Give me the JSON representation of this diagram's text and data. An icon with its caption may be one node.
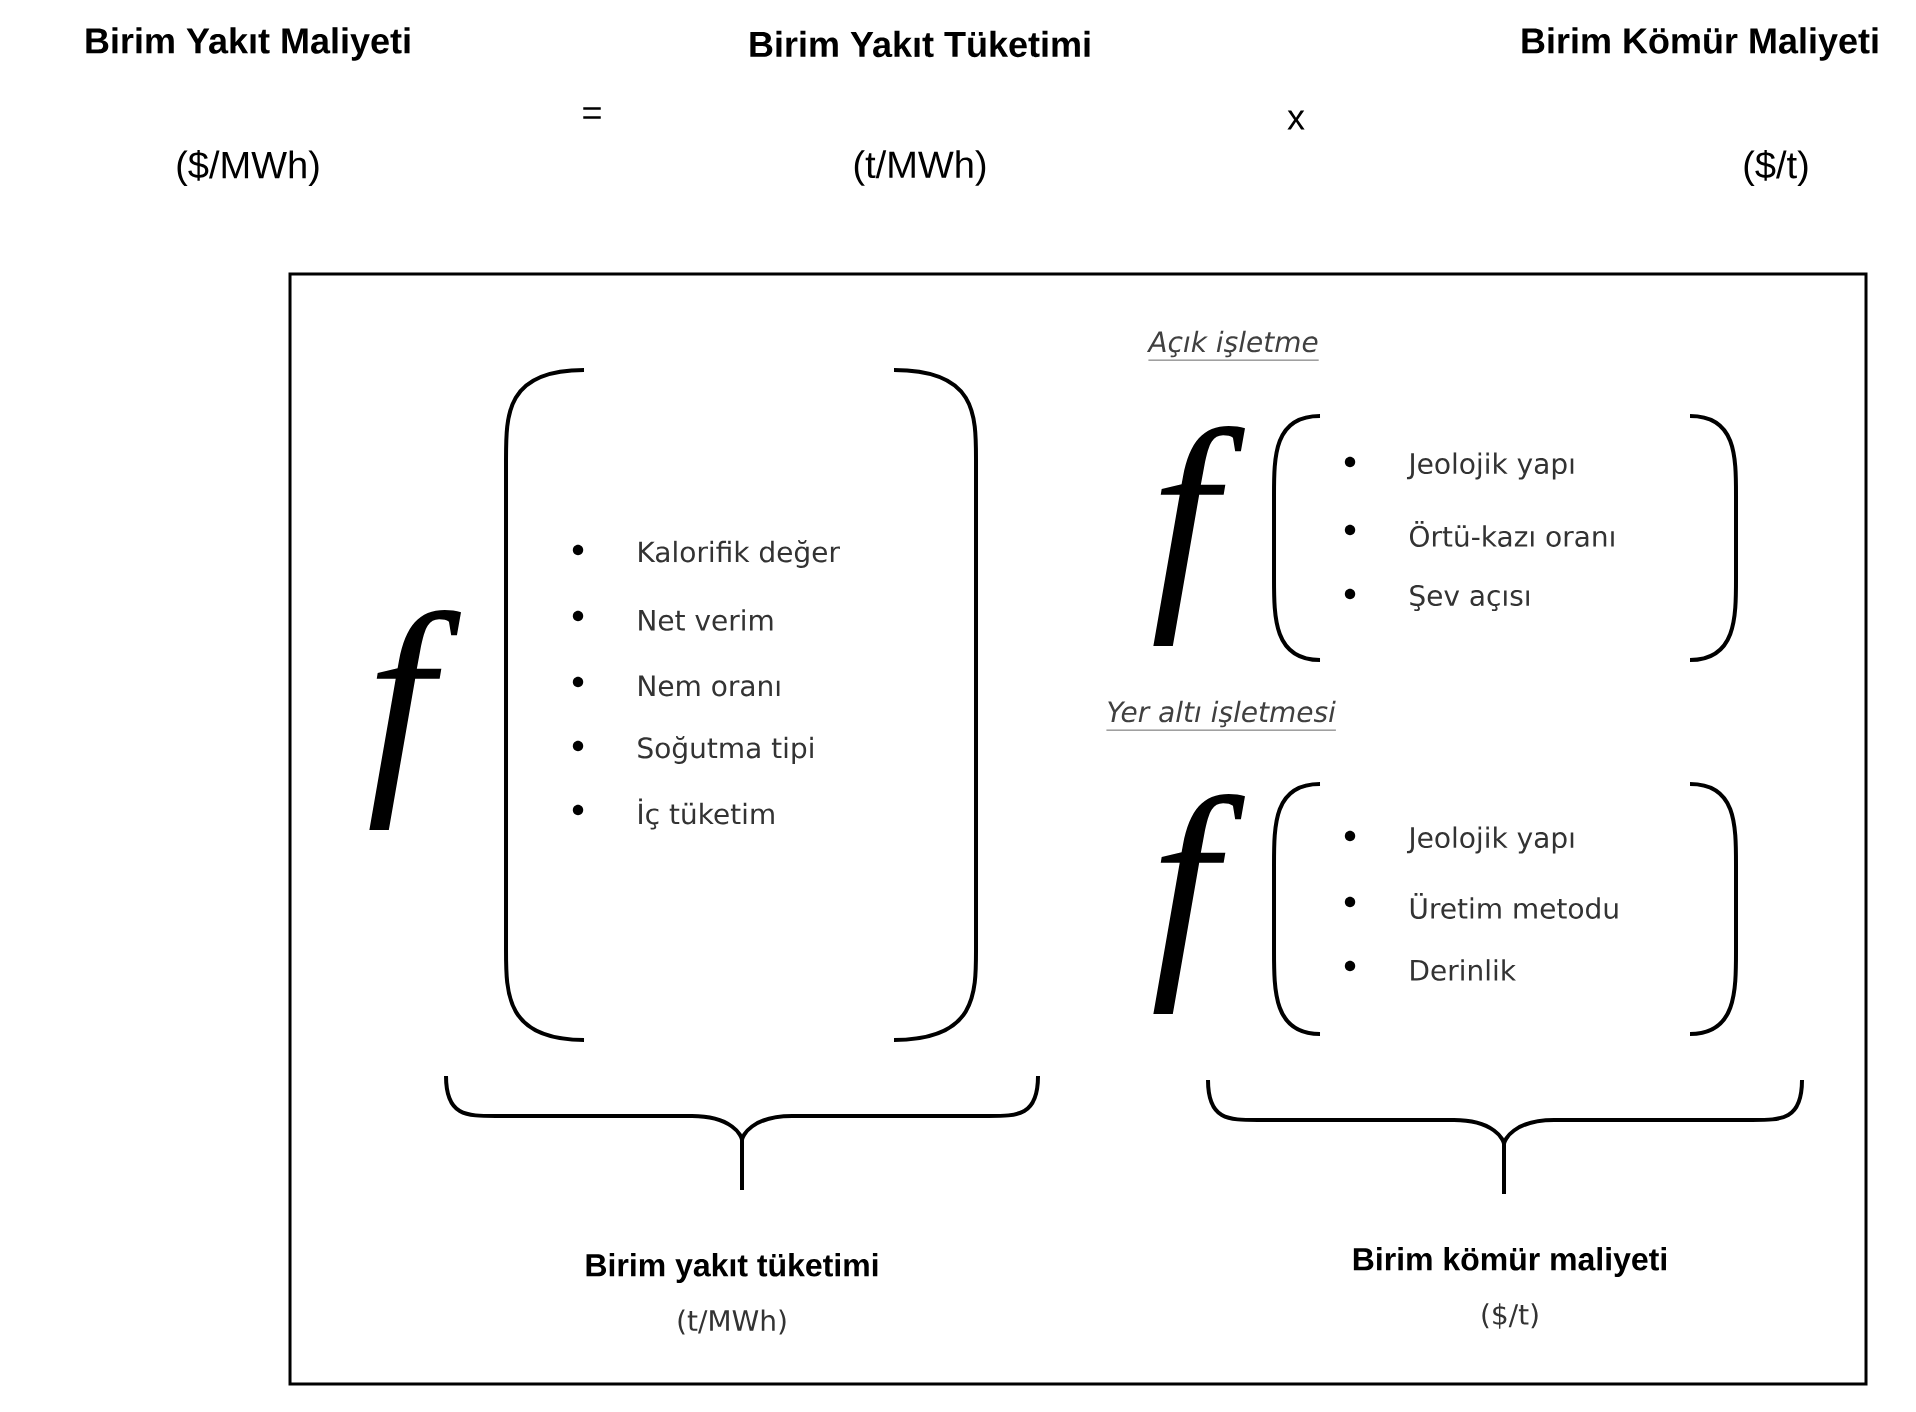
{
  "diagram": {
    "labels": [
      "Birim Yakıt Maliyeti",
      "Birim Yakıt Tüketimi",
      "Birim Kömür Maliyeti",
      "=",
      "x",
      "($/MWh)",
      "(t/MWh)",
      "($/t)",
      "Açık işletme",
      "f",
      "Kalorifik değer",
      "Net verim",
      "Nem oranı",
      "Soğutma tipi",
      "İç tüketim",
      "f",
      "Jeolojik yapı",
      "Örtü-kazı oranı",
      "Şev açısı",
      "Yer altı işletmesi",
      "f",
      "Jeolojik yapı",
      "Üretim metodu",
      "Derinlik",
      "Birim yakıt tüketimi",
      "(t/MWh)",
      "Birim kömür maliyeti",
      "($/t)"
    ]
  }
}
